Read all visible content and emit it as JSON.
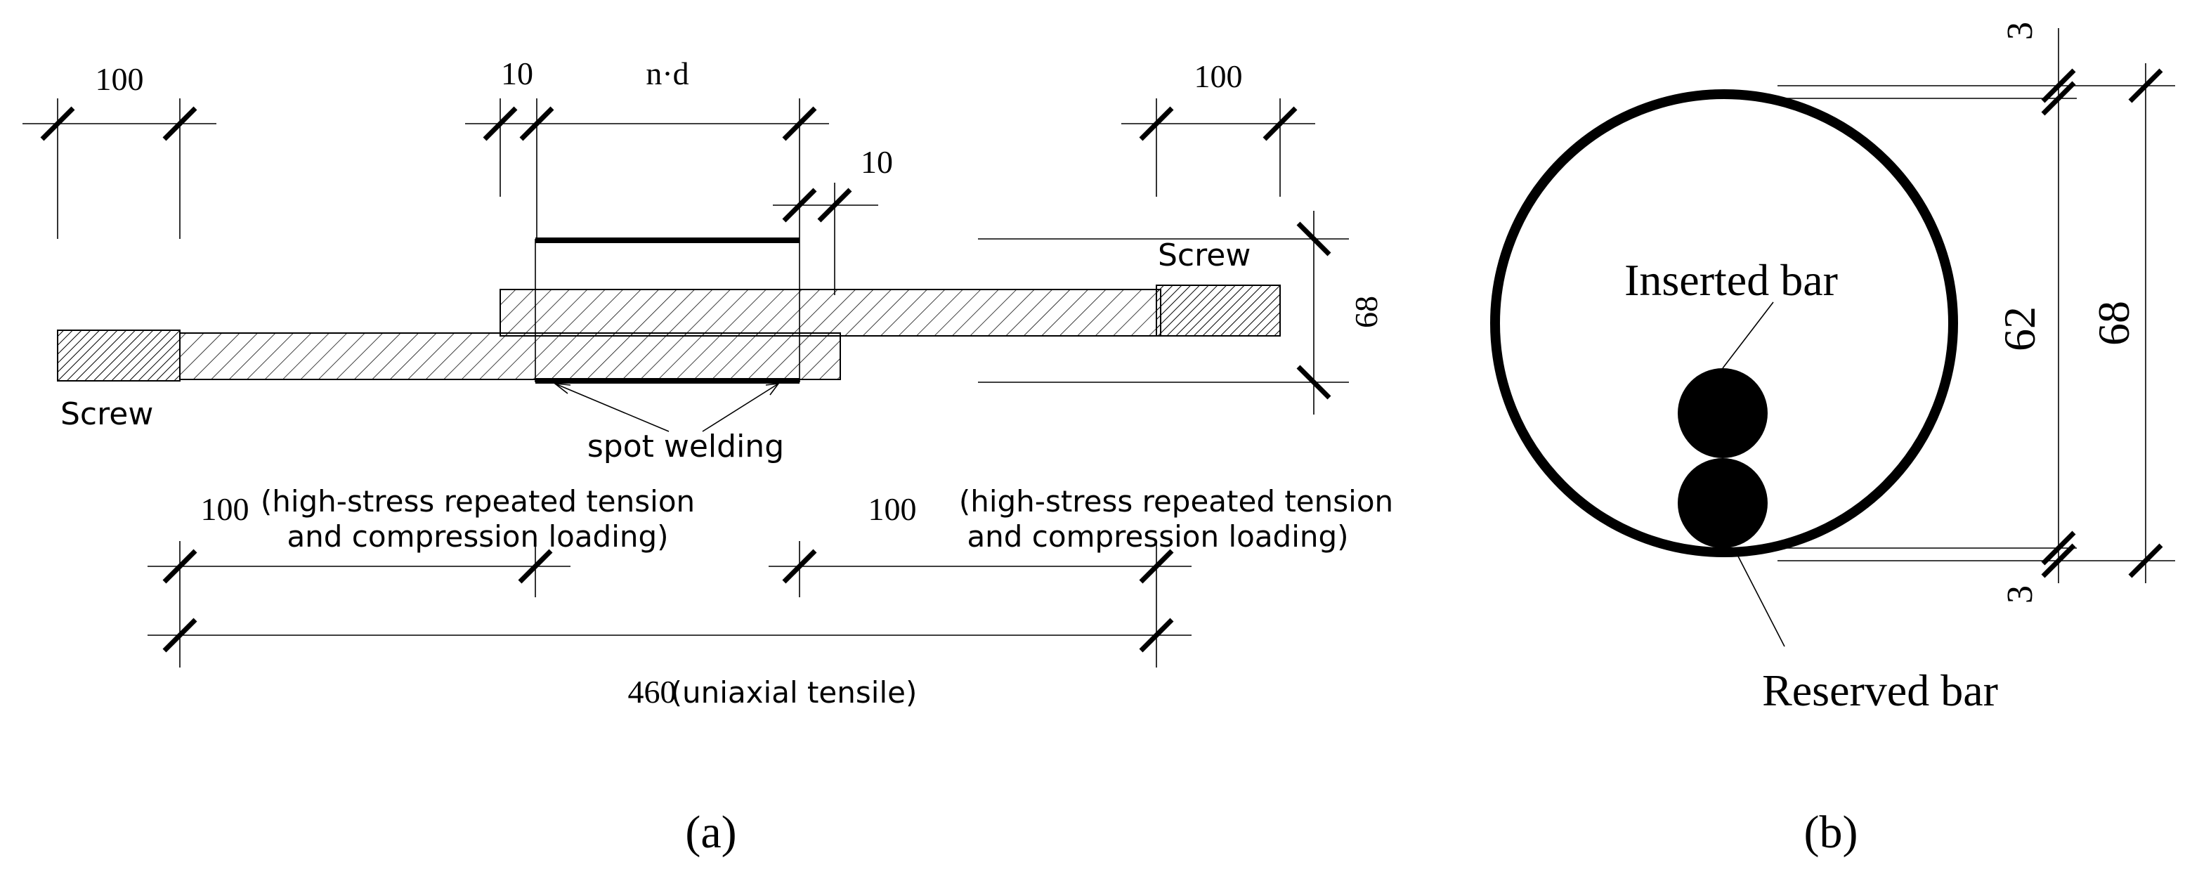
{
  "panel_a": {
    "dim_left_screw": "100",
    "dim_gap_10_top": "10",
    "dim_nd": "n·d",
    "dim_gap_10_right": "10",
    "dim_right_screw": "100",
    "dim_height": "68",
    "screw_left_label": "Screw",
    "screw_right_label": "Screw",
    "spot_welding_label": "spot welding",
    "lower_left_value": "100",
    "lower_left_note_line1": "(high-stress repeated tension",
    "lower_left_note_line2": "and compression loading)",
    "lower_right_value": "100",
    "lower_right_note_line1": "(high-stress repeated tension",
    "lower_right_note_line2": "and compression loading)",
    "total_value": "460",
    "total_note": "(uniaxial tensile)",
    "caption": "(a)"
  },
  "panel_b": {
    "inserted_bar_label": "Inserted bar",
    "reserved_bar_label": "Reserved bar",
    "dim_top_gap": "3",
    "dim_bottom_gap": "3",
    "dim_inner": "62",
    "dim_outer": "68",
    "caption": "(b)"
  }
}
